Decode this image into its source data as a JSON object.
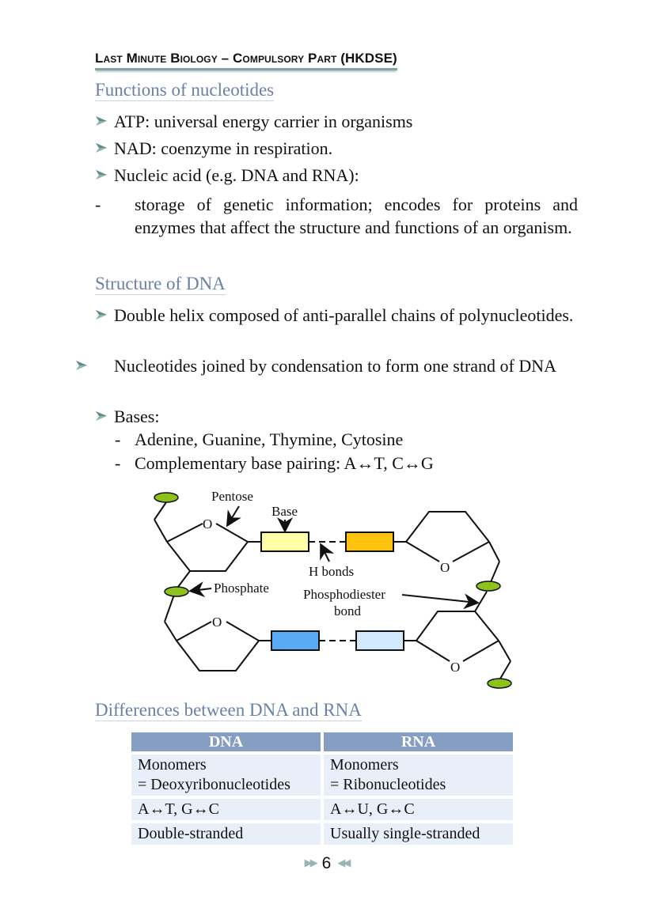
{
  "running_head": "Last Minute Biology – Compulsory Part (HKDSE)",
  "sections": {
    "functions": {
      "title": "Functions of nucleotides",
      "bullets": [
        "ATP: universal energy carrier in organisms",
        "NAD: coenzyme in respiration.",
        "Nucleic acid (e.g. DNA and RNA):"
      ],
      "sub": [
        "storage of genetic information; encodes for proteins and enzymes that affect the structure and functions of an organism."
      ]
    },
    "structure": {
      "title": "Structure of DNA",
      "bullets": [
        "Double helix composed of anti-parallel chains of polynucleotides.",
        "Nucleotides joined by condensation to form one strand of DNA",
        "Bases:"
      ],
      "sub": [
        "Adenine, Guanine, Thymine, Cytosine",
        "Complementary base pairing: A↔T, C↔G"
      ]
    },
    "differences": {
      "title": "Differences between DNA and RNA"
    }
  },
  "diagram": {
    "labels": {
      "pentose": "Pentose",
      "base": "Base",
      "h_bonds": "H bonds",
      "phosphate": "Phosphate",
      "phosphodiester_1": "Phosphodiester",
      "phosphodiester_2": "bond",
      "oxygen": "O"
    },
    "colors": {
      "phosphate": "#8cc21a",
      "base_top_left": "#ffffa8",
      "base_top_right": "#ffc20e",
      "base_bottom_left": "#5aabf5",
      "base_bottom_right": "#d2e8fc"
    }
  },
  "table": {
    "headers": [
      "DNA",
      "RNA"
    ],
    "rows": [
      [
        [
          "Monomers",
          "= Deoxyribonucleotides"
        ],
        [
          "Monomers",
          "= Ribonucleotides"
        ]
      ],
      [
        [
          "A↔T, G↔C"
        ],
        [
          "A↔U, G↔C"
        ]
      ],
      [
        [
          "Double-stranded"
        ],
        [
          "Usually single-stranded"
        ]
      ]
    ]
  },
  "page_number": "6"
}
